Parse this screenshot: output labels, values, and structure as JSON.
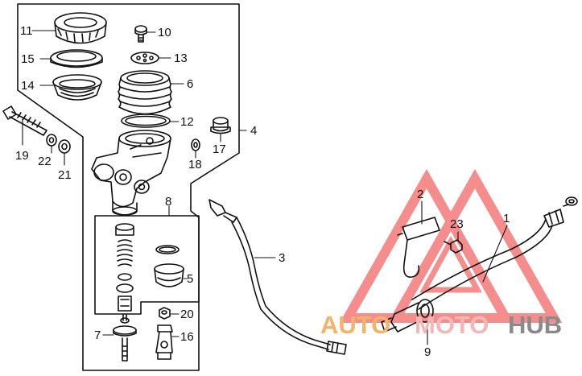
{
  "diagram": {
    "part_numbers": {
      "p1": "1",
      "p2": "2",
      "p3": "3",
      "p4": "4",
      "p5": "5",
      "p6": "6",
      "p7": "7",
      "p8": "8",
      "p9": "9",
      "p10": "10",
      "p11": "11",
      "p12": "12",
      "p13": "13",
      "p14": "14",
      "p15": "15",
      "p16": "16",
      "p17": "17",
      "p18": "18",
      "p19": "19",
      "p20": "20",
      "p21": "21",
      "p22": "22",
      "p23": "23"
    }
  },
  "watermark": {
    "text_auto": "AUTO",
    "text_moto": "MOTO",
    "text_hub": "HUB",
    "colors": {
      "auto": "#f2b46a",
      "moto": "#f3b7b7",
      "hub": "#8a8a8a",
      "triangle": "#f26b6b"
    }
  }
}
